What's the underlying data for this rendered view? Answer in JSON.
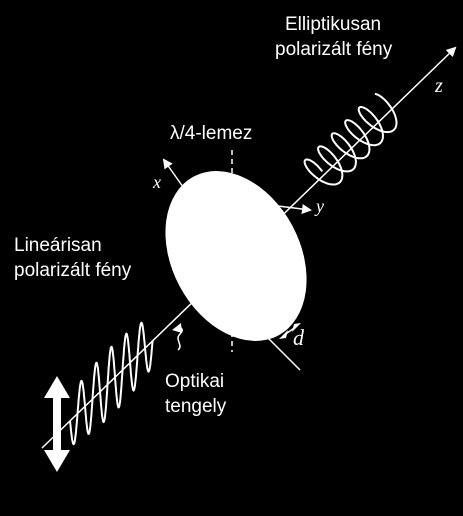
{
  "labels": {
    "elliptical_line1": "Elliptikusan",
    "elliptical_line2": "polarizált fény",
    "plate": "λ/4-lemez",
    "linear_line1": "Lineárisan",
    "linear_line2": "polarizált fény",
    "axis_line1": "Optikai",
    "axis_line2": "tengely"
  },
  "axes": {
    "x": "x",
    "y": "y",
    "z": "z",
    "d": "d"
  },
  "colors": {
    "background": "#000000",
    "foreground": "#ffffff"
  },
  "icons": [
    "double-arrow-icon",
    "polarization-arrow-icon"
  ]
}
